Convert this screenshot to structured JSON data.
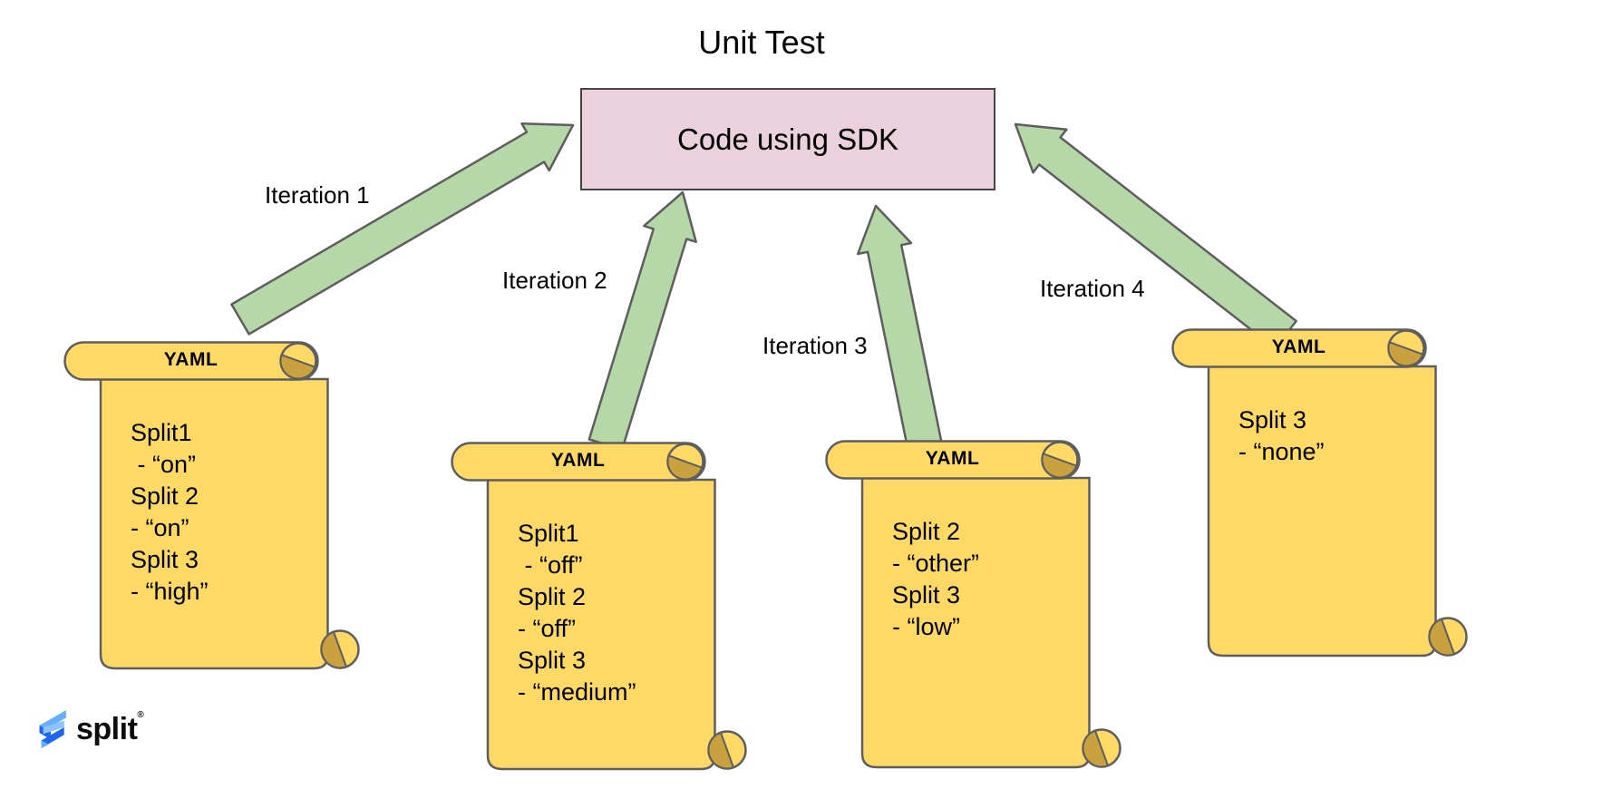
{
  "title": "Unit Test",
  "box": {
    "label": "Code using SDK"
  },
  "arrows": [
    {
      "label": "Iteration 1"
    },
    {
      "label": "Iteration 2"
    },
    {
      "label": "Iteration 3"
    },
    {
      "label": "Iteration 4"
    }
  ],
  "scrolls": [
    {
      "header": "YAML",
      "lines": [
        "Split1",
        " - “on”",
        "Split 2",
        "- “on”",
        "Split 3",
        "- “high”"
      ]
    },
    {
      "header": "YAML",
      "lines": [
        "Split1",
        " - “off”",
        "Split 2",
        "- “off”",
        "Split 3",
        "- “medium”"
      ]
    },
    {
      "header": "YAML",
      "lines": [
        "Split 2",
        "- “other”",
        "Split 3",
        "- “low”"
      ]
    },
    {
      "header": "YAML",
      "lines": [
        "Split 3",
        "- “none”"
      ]
    }
  ],
  "logo": {
    "text": "split",
    "mark": "®"
  },
  "colors": {
    "text_color": "#000000",
    "box_fill": "#EAD1DC",
    "box_border": "#444444",
    "arrow_fill": "#B6D7A8",
    "arrow_border": "#5E5E5E",
    "scroll_fill": "#FFD966",
    "scroll_curl": "#C9A23F",
    "scroll_border": "#5E5E5E",
    "logo_blue_dark": "#1E66EA",
    "logo_blue_light": "#66AEF5",
    "logo_blue_bright": "#8CC3F8"
  }
}
